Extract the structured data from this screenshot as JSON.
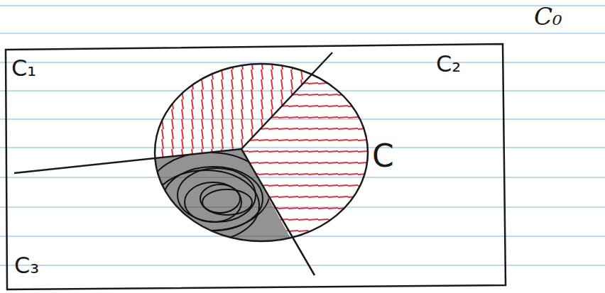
{
  "diagram": {
    "labels": [
      "C₁",
      "C₂",
      "C₃",
      "C",
      "C₀"
    ]
  }
}
